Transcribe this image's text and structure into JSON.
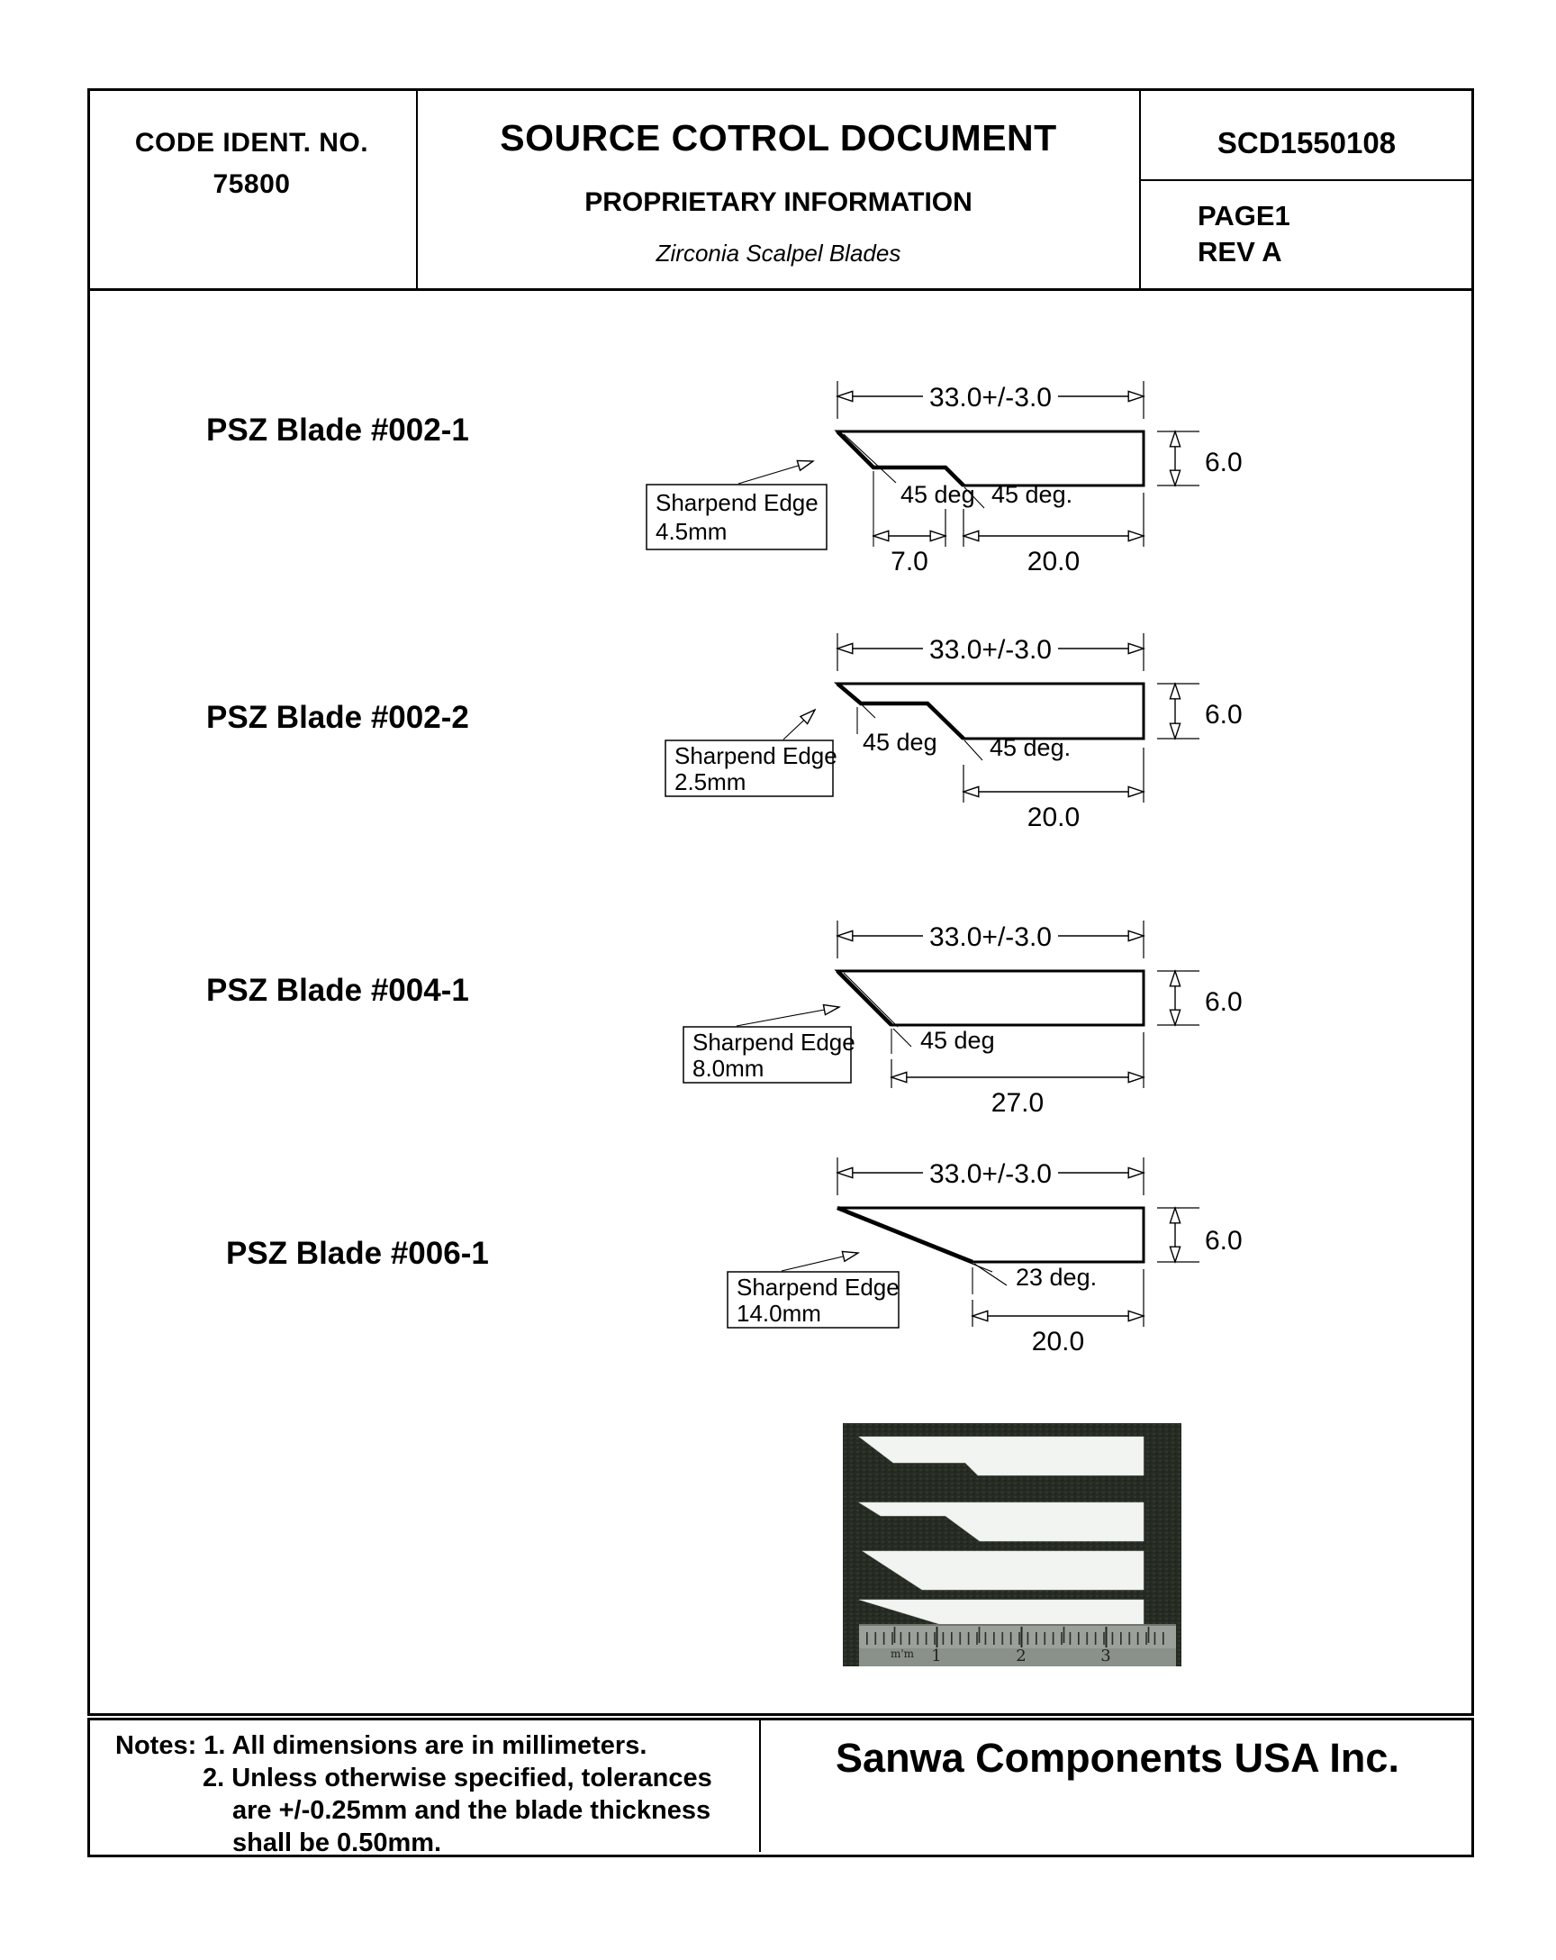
{
  "header": {
    "code_ident_label": "CODE IDENT. NO.",
    "code_ident_value": "75800",
    "title": "SOURCE COTROL DOCUMENT",
    "subtitle": "PROPRIETARY INFORMATION",
    "subject": "Zirconia Scalpel Blades",
    "doc_number": "SCD1550108",
    "page_label": "PAGE1",
    "rev_label": "REV A"
  },
  "blades": [
    {
      "name": "PSZ Blade #002-1",
      "length_dim": "33.0+/-3.0",
      "height_dim": "6.0",
      "angle_left": "45 deg",
      "angle_right": "45 deg.",
      "bottom_dim_left": "7.0",
      "bottom_dim_right": "20.0",
      "edge_label": "Sharpend Edge",
      "edge_length": "4.5mm"
    },
    {
      "name": "PSZ Blade #002-2",
      "length_dim": "33.0+/-3.0",
      "height_dim": "6.0",
      "angle_left": "45 deg",
      "angle_right": "45 deg.",
      "bottom_dim_right": "20.0",
      "edge_label": "Sharpend Edge",
      "edge_length": "2.5mm"
    },
    {
      "name": "PSZ Blade #004-1",
      "length_dim": "33.0+/-3.0",
      "height_dim": "6.0",
      "angle_left": "45 deg",
      "bottom_dim": "27.0",
      "edge_label": "Sharpend Edge",
      "edge_length": "8.0mm"
    },
    {
      "name": "PSZ Blade #006-1",
      "length_dim": "33.0+/-3.0",
      "height_dim": "6.0",
      "angle": "23 deg.",
      "bottom_dim": "20.0",
      "edge_label": "Sharpend Edge",
      "edge_length": "14.0mm"
    }
  ],
  "photo": {
    "ruler_unit": "m'm",
    "ruler_marks": [
      "1",
      "2",
      "3"
    ]
  },
  "footer": {
    "notes_lines": [
      "Notes: 1. All dimensions are in millimeters.",
      "2. Unless otherwise specified, tolerances",
      "are +/-0.25mm and the blade thickness",
      "shall be 0.50mm."
    ],
    "company": "Sanwa Components USA Inc."
  }
}
